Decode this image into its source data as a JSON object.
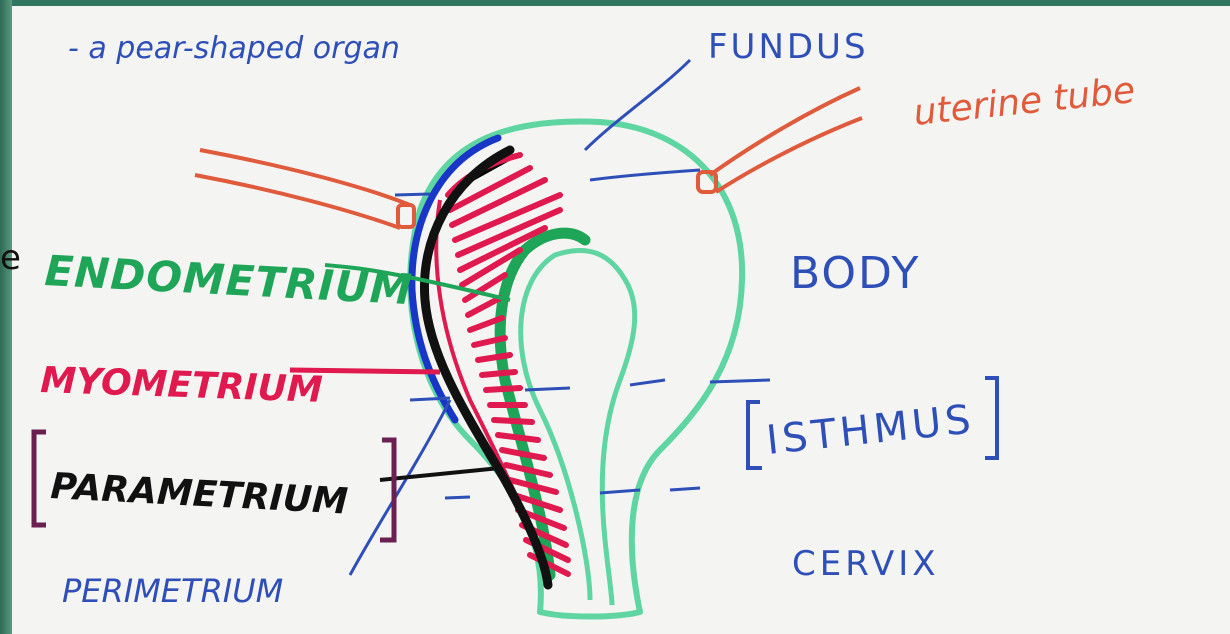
{
  "labels": {
    "subtitle": "- a pear-shaped organ",
    "fundus": "FUNDUS",
    "uterine_tube": "uterine tube",
    "endometrium": "ENDOMETRIUM",
    "body": "BODY",
    "myometrium": "MYOMETRIUM",
    "isthmus": "ISTHMUS",
    "parametrium": "PARAMETRIUM",
    "cervix": "CERVIX",
    "perimetrium": "PERIMETRIUM",
    "stray_letter": "e"
  },
  "colors": {
    "background_slide": "#3e7f68",
    "paper": "#f4f4f2",
    "uterus_outline": "#5fd6a2",
    "endometrium": "#1fa558",
    "myometrium": "#e0194f",
    "parametrium": "#111111",
    "perimetrium": "#1836c8",
    "tube": "#e05a3c",
    "annotation_blue": "#2e4fb8",
    "bracket_purple": "#6a2050"
  }
}
